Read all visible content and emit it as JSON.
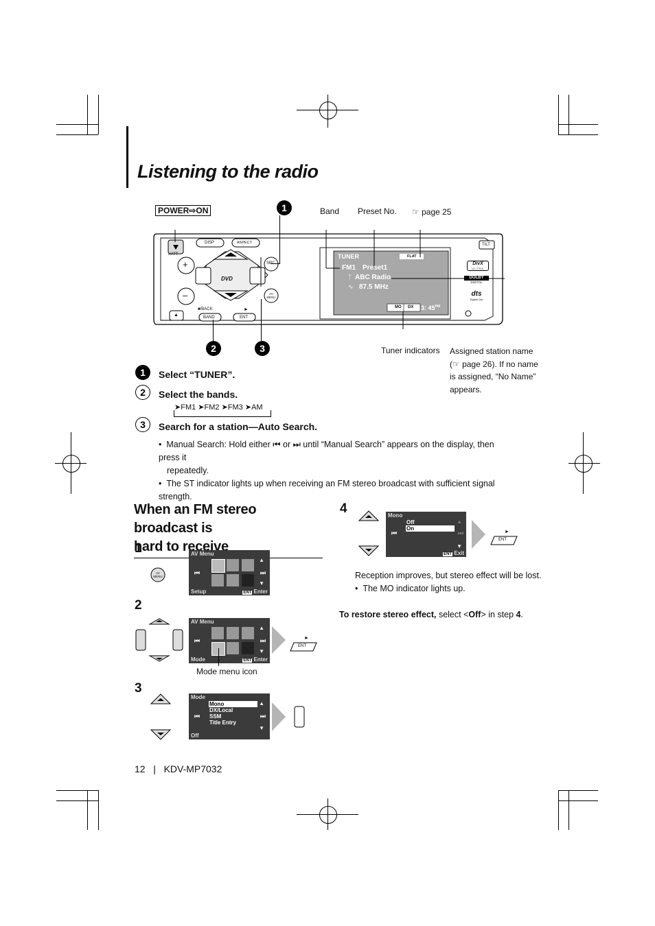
{
  "page": {
    "title": "Listening to the radio",
    "footer": {
      "page_number": "12",
      "separator": "|",
      "model": "KDV-MP7032"
    }
  },
  "diagram": {
    "power_label": "POWER⇨ON",
    "callouts": {
      "band": "Band",
      "preset_no": "Preset No.",
      "page_ref": "☞ page 25",
      "tuner_indicators": "Tuner indicators",
      "assigned_station": [
        "Assigned station name",
        "(☞ page 26). If no name",
        "is assigned, “No Name”",
        "appears."
      ]
    },
    "unit_buttons": {
      "att": "♪/ATT",
      "disp": "DISP",
      "aspect": "ASPECT",
      "src": "SRC",
      "av_menu": "AV MENU",
      "back": "■/BACK",
      "band": "BAND",
      "ent": "ENT",
      "tilt": "TILT",
      "eject": "▲",
      "plus": "+",
      "minus": "–",
      "play": "►"
    },
    "display": {
      "source": "TUNER",
      "eq": "FLAT",
      "band": "FM1",
      "preset": "Preset1",
      "station": "ABC Radio",
      "freq": "87.5 MHz",
      "mo": "MO",
      "dx": "DX",
      "clock": "3: 45",
      "clock_suffix": "PM"
    },
    "logos": {
      "divx": "DivX",
      "divx_sub": "ULTRA",
      "dolby": "DOLBY",
      "dolby_sub": "DIGITAL",
      "dts": "dts",
      "dts_sub": "Digital Out",
      "dvd": "DVD"
    },
    "markers": [
      "1",
      "2",
      "3"
    ]
  },
  "steps": [
    {
      "num": "1",
      "text": "Select “TUNER”."
    },
    {
      "num": "2",
      "text": "Select the bands."
    },
    {
      "num": "3",
      "text": "Search for a station—Auto Search."
    }
  ],
  "band_cycle": [
    "FM1",
    "FM2",
    "FM3",
    "AM"
  ],
  "bullets": [
    "Manual Search: Hold either ⏮ or ⏭ until “Manual Search” appears on the display, then press it",
    "repeatedly.",
    "The ST indicator lights up when receiving an FM stereo broadcast with sufficient signal strength."
  ],
  "section": {
    "heading_line1": "When an FM stereo broadcast is",
    "heading_line2": "hard to receive",
    "step_nums": [
      "1",
      "2",
      "3",
      "4"
    ],
    "screen1": {
      "header": "AV Menu",
      "footer": "Setup",
      "enter": "Enter",
      "ent": "ENT"
    },
    "screen2": {
      "header": "AV Menu",
      "footer": "Mode",
      "enter": "Enter",
      "ent": "ENT"
    },
    "mode_menu_icon": "Mode menu icon",
    "screen3": {
      "header": "Mode",
      "items": [
        "Mono",
        "DX/Local",
        "SSM",
        "Title Entry"
      ],
      "footer": "Off"
    },
    "screen4": {
      "header": "Mono",
      "items": [
        "Off",
        "On"
      ],
      "exit": "Exit",
      "ent": "ENT"
    },
    "ent_label": "ENT",
    "result_text": "Reception improves, but stereo effect will be lost.",
    "result_bullet": "The MO indicator lights up.",
    "restore_bold": "To restore stereo effect,",
    "restore_rest1": " select <",
    "restore_off": "Off",
    "restore_rest2": "> in step ",
    "restore_step": "4",
    "restore_end": "."
  },
  "colors": {
    "screen_bg": "#3b3b3b",
    "display_bg": "#a8a8a8",
    "arrow_grey": "#b5b5b5"
  }
}
